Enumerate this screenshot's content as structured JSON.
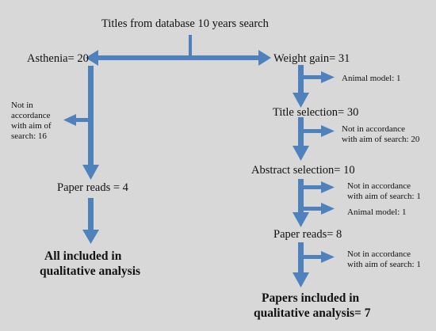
{
  "colors": {
    "background": "#d8d8d8",
    "arrow": "#4f81bd",
    "text": "#111111"
  },
  "flowchart": {
    "top": "Titles from database 10 years search",
    "left": {
      "start": "Asthenia= 20",
      "excluded_line1": "Not in",
      "excluded_line2": "accordance",
      "excluded_line3": "with aim of",
      "excluded_line4": "search: 16",
      "paper_reads": "Paper reads = 4",
      "final_line1": "All  included in",
      "final_line2": "qualitative analysis"
    },
    "right": {
      "start": "Weight gain= 31",
      "animal_model_1": "Animal model: 1",
      "title_selection": "Title selection= 30",
      "excl_title_line1": "Not in accordance",
      "excl_title_line2": "with aim of search: 20",
      "abstract_selection": "Abstract selection= 10",
      "excl_abstract_line1": "Not in accordance",
      "excl_abstract_line2": "with aim of search: 1",
      "animal_model_2": "Animal model: 1",
      "paper_reads": "Paper reads= 8",
      "excl_paper_line1": "Not in accordance",
      "excl_paper_line2": "with aim of search: 1",
      "final_line1": "Papers included in",
      "final_line2": "qualitative analysis= 7"
    }
  }
}
